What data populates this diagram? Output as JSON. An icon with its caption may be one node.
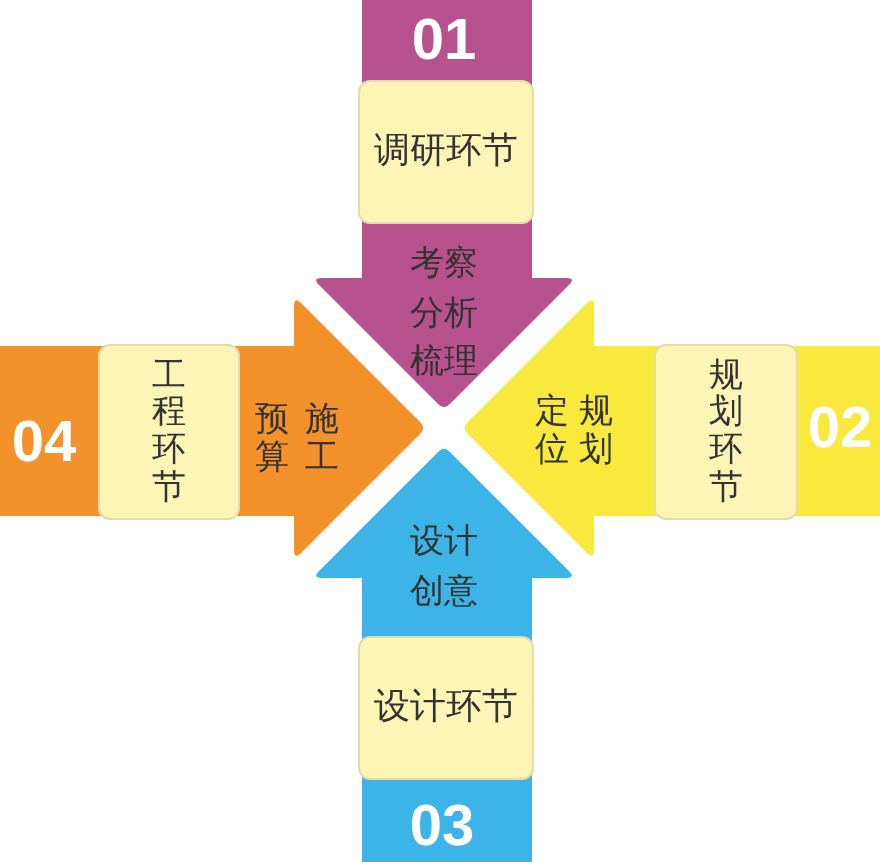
{
  "diagram": {
    "nodes": [
      {
        "text": [
          "01",
          "考察分析梳理"
        ]
      },
      {
        "text": [
          "调研环节"
        ],
        "in": 0
      },
      {
        "text": [
          "04",
          "预算",
          "施工"
        ]
      },
      {
        "text": [
          "工程环节"
        ],
        "in": 2
      },
      {
        "text": [
          "定位",
          "规划",
          "02"
        ]
      },
      {
        "text": [
          "规划环节"
        ],
        "in": 4
      },
      {
        "text": [
          "设计创意",
          "03"
        ]
      },
      {
        "text": [
          "设计环节"
        ],
        "in": 6
      }
    ]
  }
}
